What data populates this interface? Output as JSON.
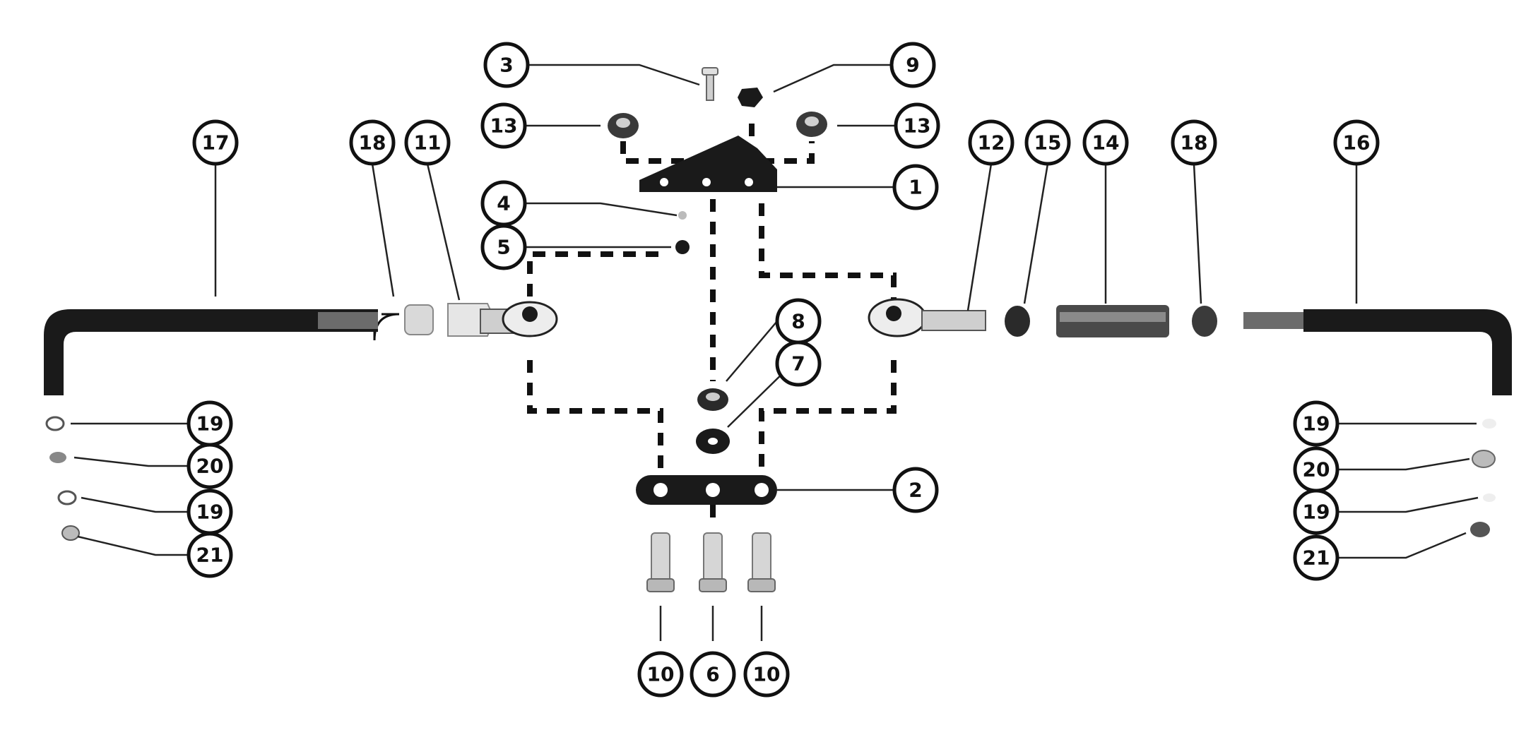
{
  "diagram": {
    "type": "exploded-parts-diagram",
    "part_color": "#1a1a1a",
    "light_part_color": "#d9d9d9",
    "callouts": [
      {
        "id": "c3",
        "label": "3"
      },
      {
        "id": "c9",
        "label": "9"
      },
      {
        "id": "c13a",
        "label": "13"
      },
      {
        "id": "c13b",
        "label": "13"
      },
      {
        "id": "c1",
        "label": "1"
      },
      {
        "id": "c4",
        "label": "4"
      },
      {
        "id": "c5",
        "label": "5"
      },
      {
        "id": "c17",
        "label": "17"
      },
      {
        "id": "c18a",
        "label": "18"
      },
      {
        "id": "c11",
        "label": "11"
      },
      {
        "id": "c12",
        "label": "12"
      },
      {
        "id": "c15",
        "label": "15"
      },
      {
        "id": "c14",
        "label": "14"
      },
      {
        "id": "c18b",
        "label": "18"
      },
      {
        "id": "c16",
        "label": "16"
      },
      {
        "id": "c8",
        "label": "8"
      },
      {
        "id": "c7",
        "label": "7"
      },
      {
        "id": "c2",
        "label": "2"
      },
      {
        "id": "c19a",
        "label": "19"
      },
      {
        "id": "c20a",
        "label": "20"
      },
      {
        "id": "c19b",
        "label": "19"
      },
      {
        "id": "c21a",
        "label": "21"
      },
      {
        "id": "c19c",
        "label": "19"
      },
      {
        "id": "c20b",
        "label": "20"
      },
      {
        "id": "c19d",
        "label": "19"
      },
      {
        "id": "c21b",
        "label": "21"
      },
      {
        "id": "c10a",
        "label": "10"
      },
      {
        "id": "c6",
        "label": "6"
      },
      {
        "id": "c10b",
        "label": "10"
      }
    ]
  }
}
